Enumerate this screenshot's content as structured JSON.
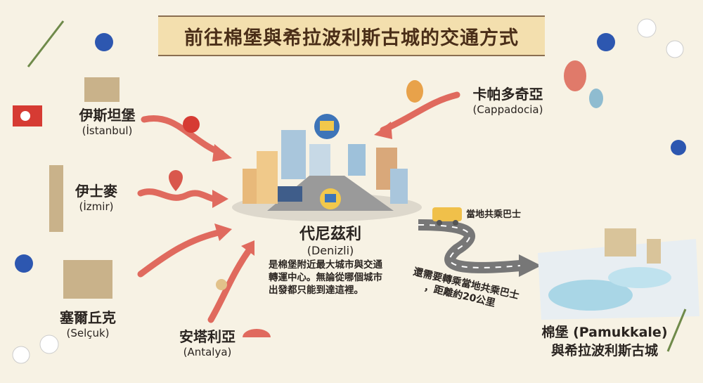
{
  "title": "前往棉堡與希拉波利斯古城的交通方式",
  "origins": [
    {
      "name": "伊斯坦堡",
      "latin": "(İstanbul)"
    },
    {
      "name": "伊士麥",
      "latin": "(İzmir)"
    },
    {
      "name": "塞爾丘克",
      "latin": "(Selçuk)"
    },
    {
      "name": "安塔利亞",
      "latin": "(Antalya)"
    },
    {
      "name": "卡帕多奇亞",
      "latin": "(Cappadocia)"
    }
  ],
  "hub": {
    "name": "代尼茲利",
    "latin": "(Denizli)",
    "description": [
      "是棉堡附近最大城市與交通",
      "轉運中心。無論從哪個城市",
      "出發都只能到達這裡。"
    ]
  },
  "bus_label": "當地共乘巴士",
  "road_note": [
    "還需要轉乘當地共乘巴士",
    "，距離約20公里"
  ],
  "destination": {
    "line1": "棉堡 (Pamukkale)",
    "line2": "與希拉波利斯古城"
  },
  "colors": {
    "arrow": "#e06a5e",
    "banner": "#f3dfae",
    "background": "#f7f2e4"
  }
}
